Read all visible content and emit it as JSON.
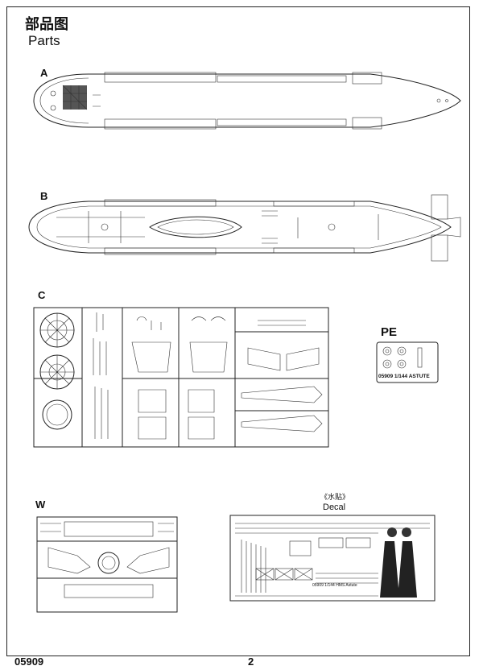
{
  "header": {
    "title_cn": "部品图",
    "title_en": "Parts"
  },
  "sections": {
    "a": "A",
    "b": "B",
    "c": "C",
    "pe": "PE",
    "w": "W"
  },
  "pe_fret": {
    "code": "05909 1/144 ASTUTE"
  },
  "decal": {
    "title_cn": "《水贴》",
    "title_en": "Decal",
    "sheet_code": "05909  1/144  HMS Astute"
  },
  "footer": {
    "product_code": "05909",
    "page_number": "2"
  }
}
